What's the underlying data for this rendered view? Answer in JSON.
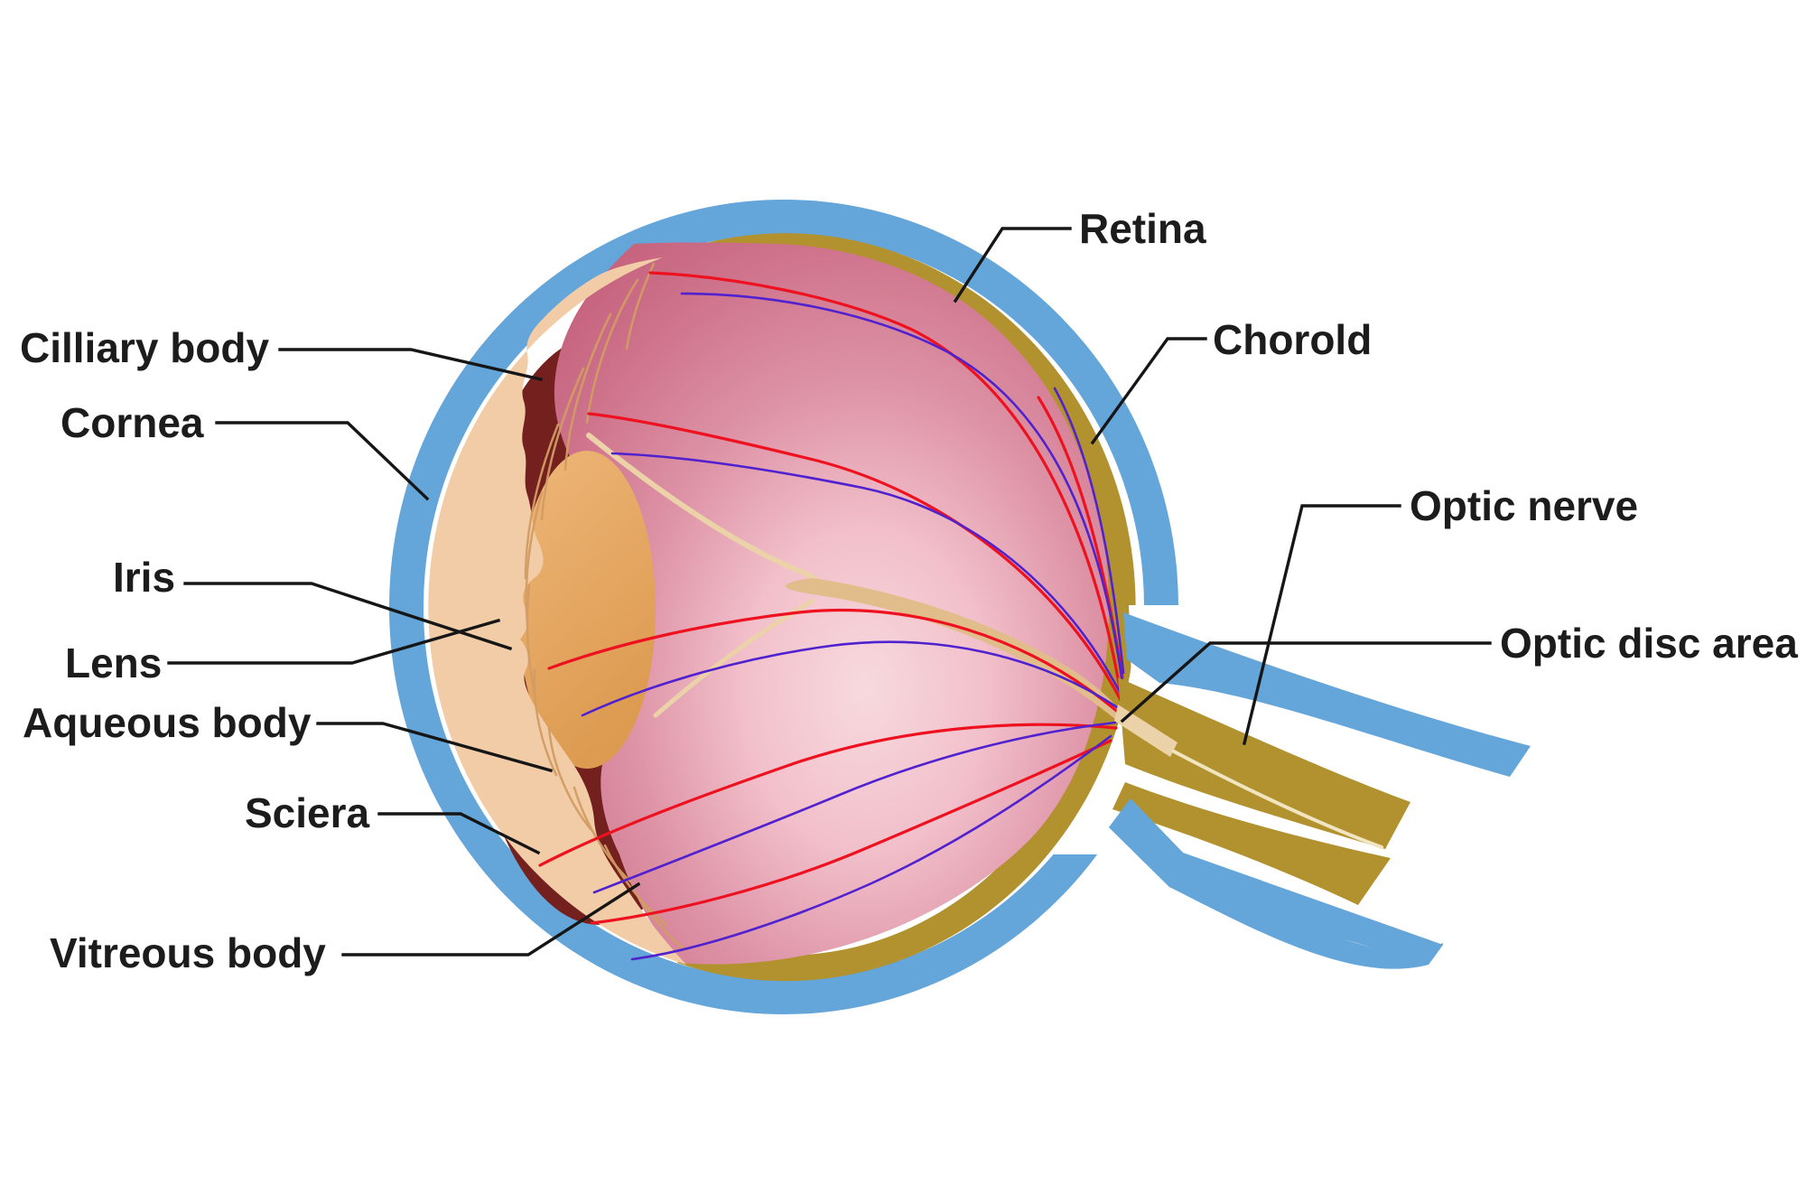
{
  "diagram": {
    "type": "anatomical-diagram",
    "subject": "Human eye cross-section",
    "labels": {
      "cilliary_body": "Cilliary body",
      "cornea": "Cornea",
      "iris": "Iris",
      "lens": "Lens",
      "aqueous_body": "Aqueous body",
      "sciera": "Sciera",
      "vitreous_body": "Vitreous body",
      "retina": "Retina",
      "chorold": "Chorold",
      "optic_nerve": "Optic nerve",
      "optic_disc_area": "Optic disc area"
    },
    "colors": {
      "background": "#ffffff",
      "sclera_blue": "#64a5da",
      "choroid_olive": "#b2922f",
      "vitreous_pink_edge": "#c4607c",
      "vitreous_pink_mid": "#d98b9e",
      "vitreous_pink_center": "#f6d8dd",
      "lens_tan_light": "#eeb678",
      "lens_tan_dark": "#dd9b51",
      "ciliary_tan": "#f1cca6",
      "ciliary_fiber": "#d29d64",
      "aqueous_maroon": "#74201e",
      "cornea_blue_top": "#2f7ccc",
      "cornea_blue_bottom": "#0a3d92",
      "hyaloid_tan": "#e2bd8c",
      "hyaloid_tail_tan": "#ecd2a8",
      "nerve_center_cream": "#f1e4c0",
      "vessel_red": "#ee1120",
      "vessel_violet": "#5021cf",
      "leader_black": "#161616",
      "text_black": "#1c1c1c"
    }
  }
}
